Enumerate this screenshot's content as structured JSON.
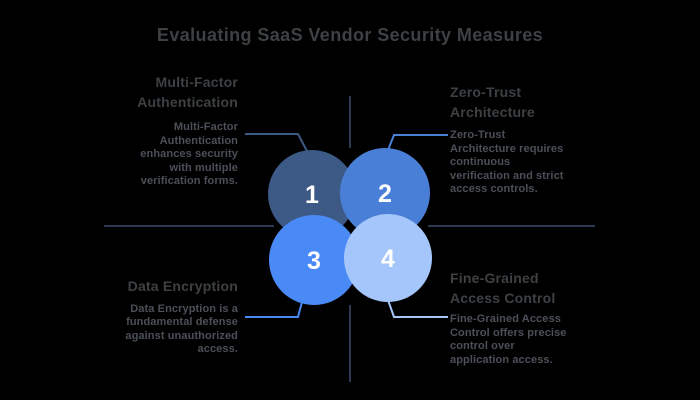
{
  "title": "Evaluating SaaS Vendor Security Measures",
  "colors": {
    "background": "#000000",
    "crosshair": "#2c3a55",
    "heading_text": "#3d4144",
    "body_text": "#4b5058",
    "number_text": "#ffffff"
  },
  "items": [
    {
      "number": "1",
      "position": "top-left",
      "title": "Multi-Factor Authentication",
      "description": "Multi-Factor Authentication enhances security with multiple verification forms.",
      "color": "#3d5a87"
    },
    {
      "number": "2",
      "position": "top-right",
      "title": "Zero-Trust Architecture",
      "description": "Zero-Trust Architecture requires continuous verification and strict access controls.",
      "color": "#4a7fd7"
    },
    {
      "number": "3",
      "position": "bottom-left",
      "title": "Data Encryption",
      "description": "Data Encryption is a fundamental defense against unauthorized access.",
      "color": "#4a8af6"
    },
    {
      "number": "4",
      "position": "bottom-right",
      "title": "Fine-Grained Access Control",
      "description": "Fine-Grained Access Control offers precise control over application access.",
      "color": "#a4c6fa"
    }
  ]
}
